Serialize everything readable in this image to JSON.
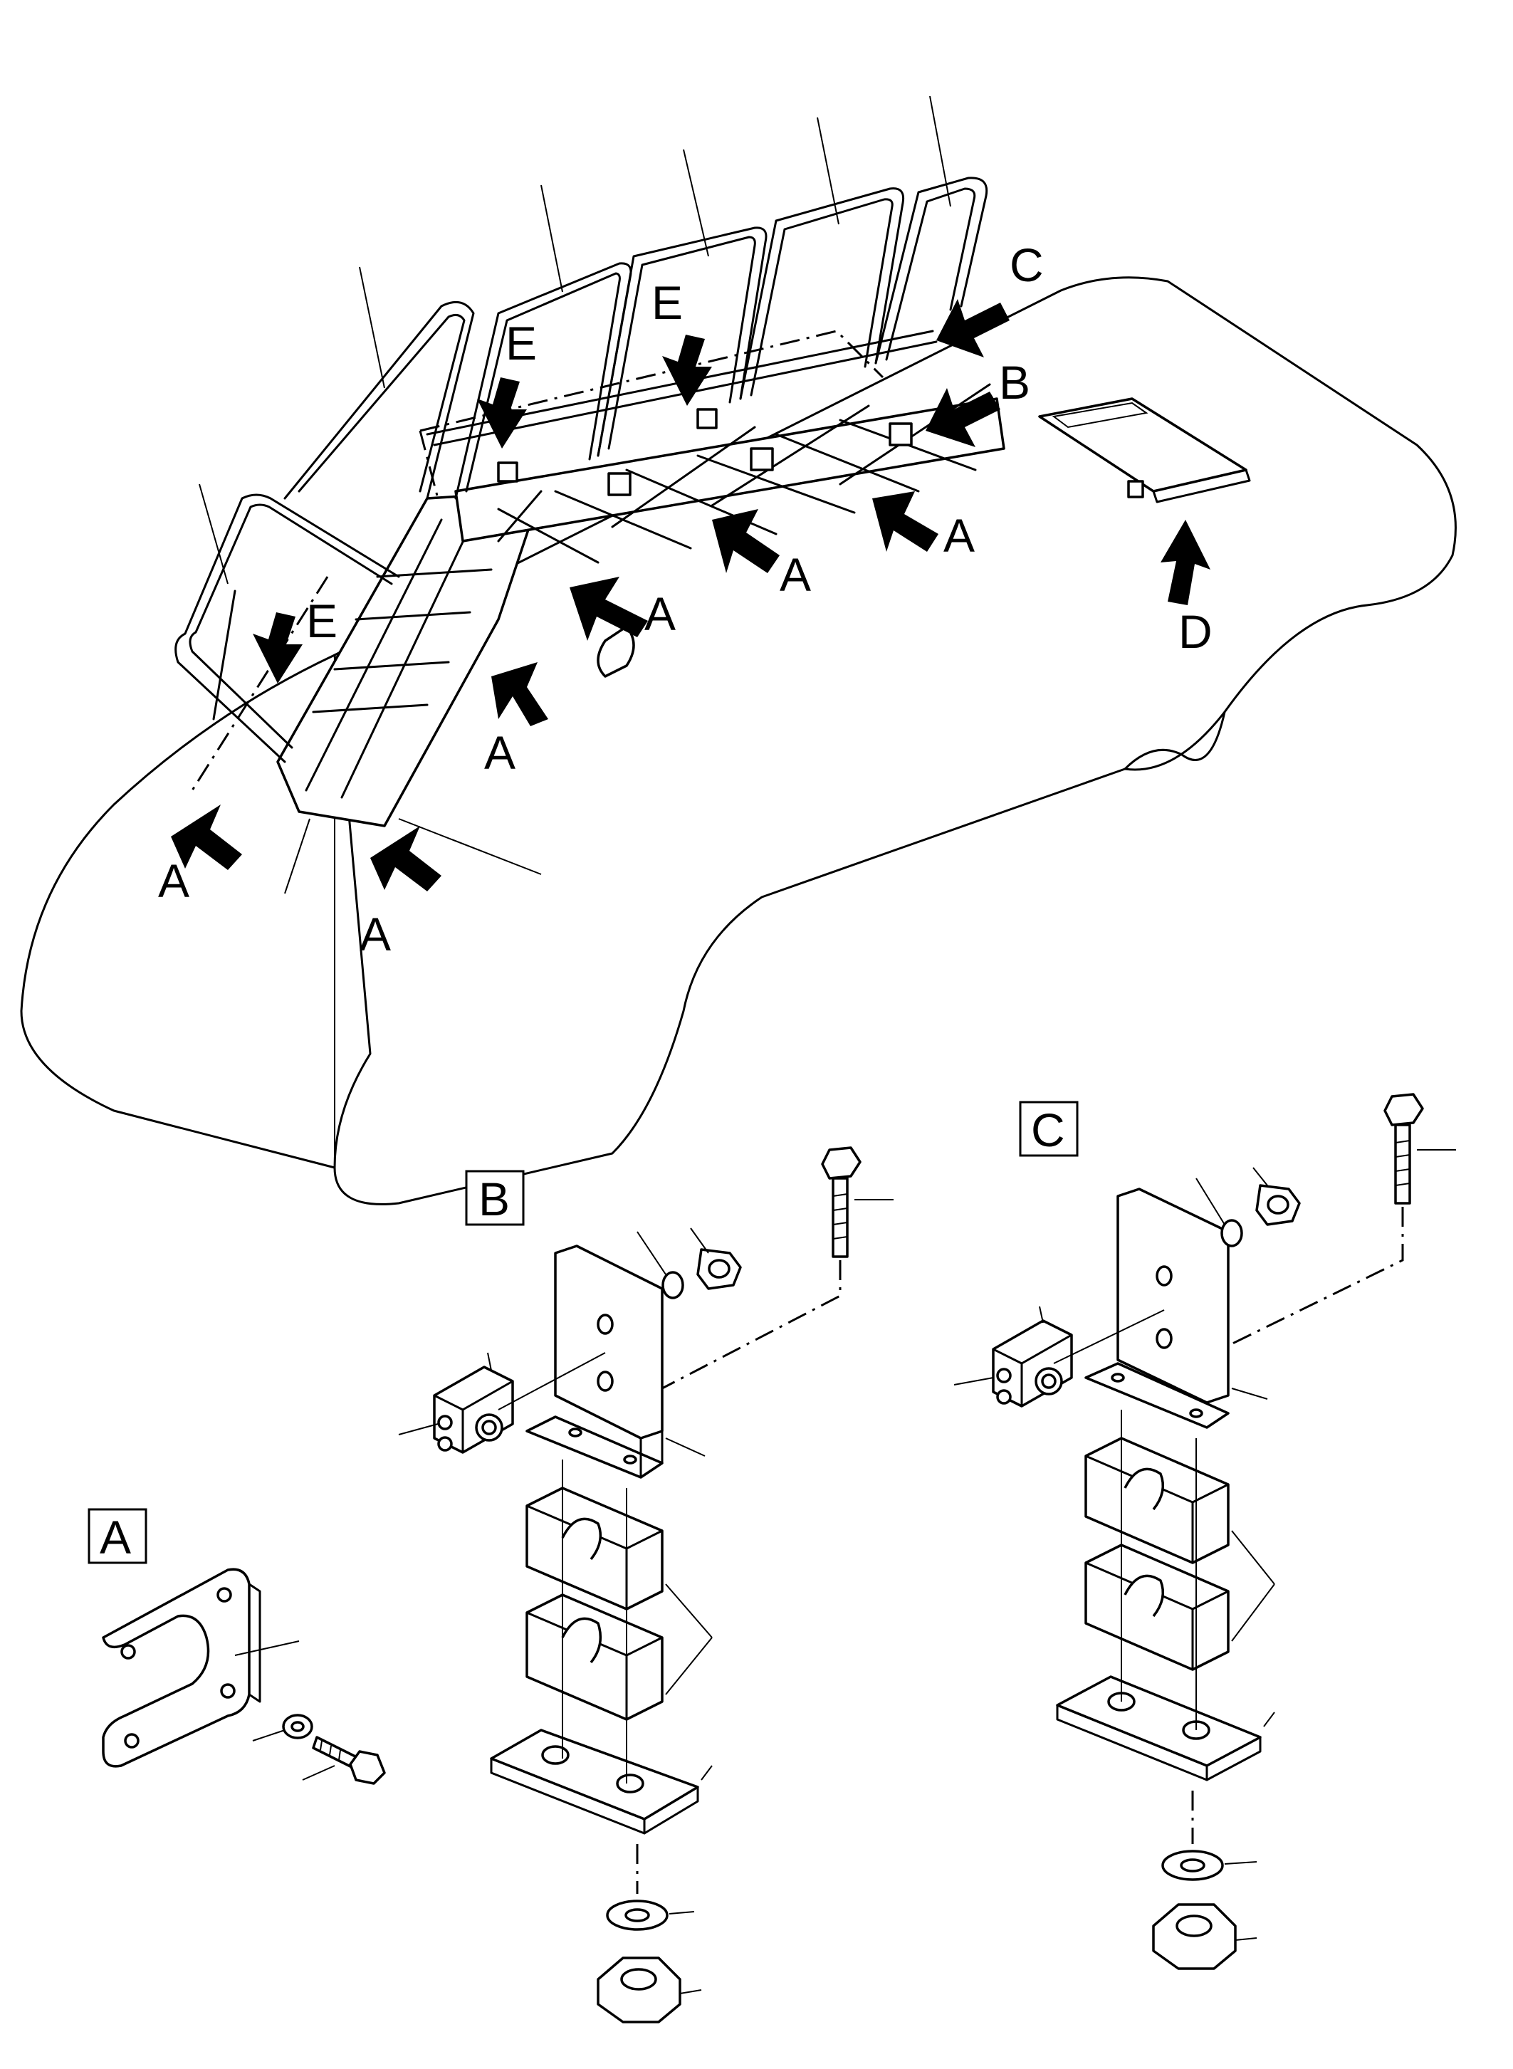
{
  "callouts": {
    "a1": "A",
    "a2": "A",
    "a3": "A",
    "a4": "A",
    "a5": "A",
    "a6": "A",
    "b": "B",
    "c": "C",
    "d": "D",
    "e1": "E",
    "e2": "E",
    "e3": "E"
  },
  "detail_boxes": {
    "a": "A",
    "b": "B",
    "c": "C"
  }
}
